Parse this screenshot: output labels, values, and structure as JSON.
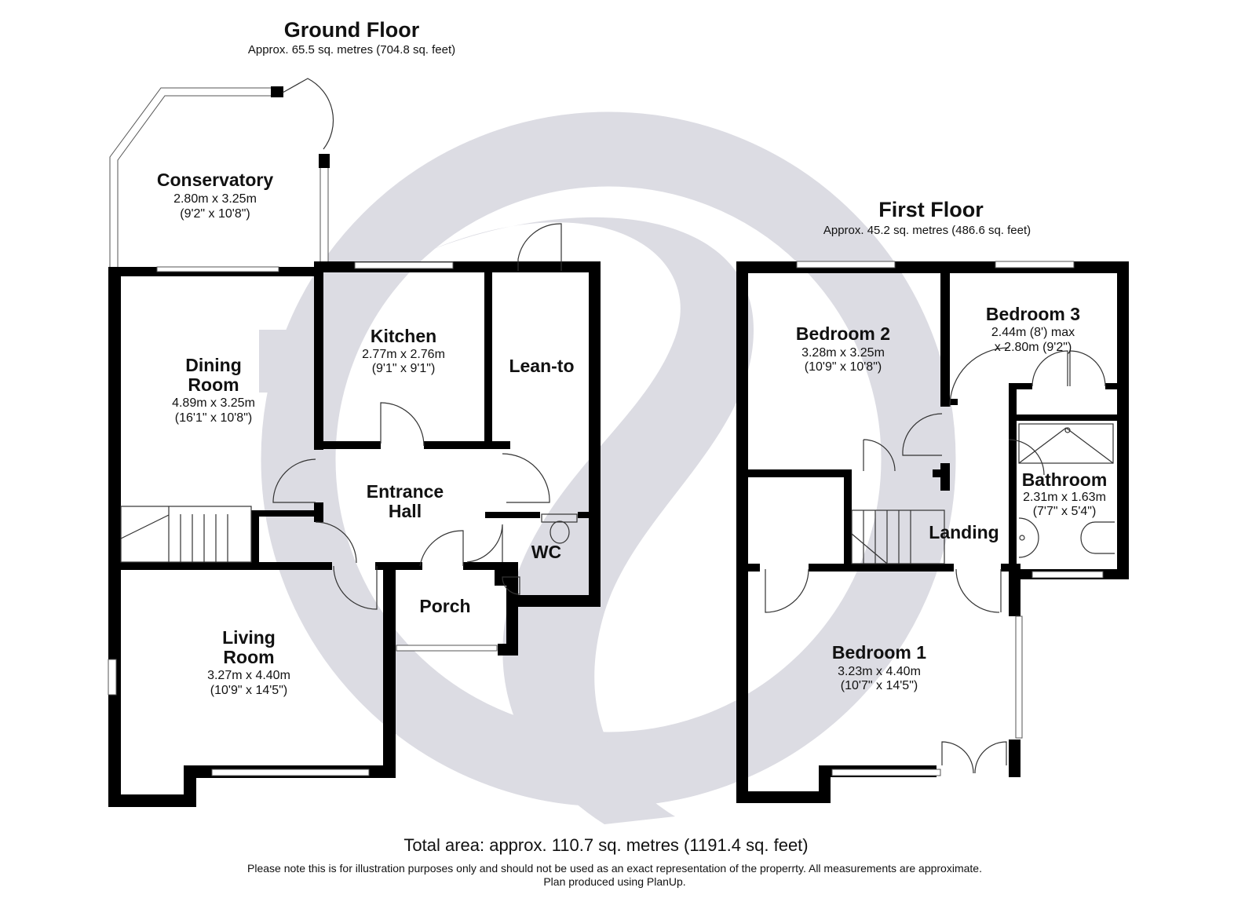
{
  "ground_floor": {
    "title": "Ground Floor",
    "area": "Approx. 65.5 sq. metres (704.8 sq. feet)",
    "rooms": {
      "conservatory": {
        "name": "Conservatory",
        "dim_m": "2.80m x 3.25m",
        "dim_ft": "(9'2\" x 10'8\")"
      },
      "dining_room": {
        "name_1": "Dining",
        "name_2": "Room",
        "dim_m": "4.89m x 3.25m",
        "dim_ft": "(16'1\" x 10'8\")"
      },
      "kitchen": {
        "name": "Kitchen",
        "dim_m": "2.77m x 2.76m",
        "dim_ft": "(9'1\" x 9'1\")"
      },
      "lean_to": {
        "name": "Lean-to"
      },
      "entrance_hall": {
        "name_1": "Entrance",
        "name_2": "Hall"
      },
      "wc": {
        "name": "WC"
      },
      "porch": {
        "name": "Porch"
      },
      "living_room": {
        "name_1": "Living",
        "name_2": "Room",
        "dim_m": "3.27m x 4.40m",
        "dim_ft": "(10'9\" x 14'5\")"
      }
    }
  },
  "first_floor": {
    "title": "First Floor",
    "area": "Approx. 45.2 sq. metres (486.6 sq. feet)",
    "rooms": {
      "bedroom_2": {
        "name": "Bedroom 2",
        "dim_m": "3.28m x 3.25m",
        "dim_ft": "(10'9\" x 10'8\")"
      },
      "bedroom_3": {
        "name": "Bedroom 3",
        "dim_1": "2.44m (8') max",
        "dim_2": "x 2.80m (9'2\")"
      },
      "bathroom": {
        "name": "Bathroom",
        "dim_m": "2.31m x 1.63m",
        "dim_ft": "(7'7\" x 5'4\")"
      },
      "landing": {
        "name": "Landing"
      },
      "bedroom_1": {
        "name": "Bedroom 1",
        "dim_m": "3.23m x 4.40m",
        "dim_ft": "(10'7\" x 14'5\")"
      }
    }
  },
  "footer": {
    "total": "Total area: approx. 110.7 sq. metres (1191.4 sq. feet)",
    "note": "Please note this is for illustration purposes only and should not be used as an exact representation of the properrty. All measurements are approximate.",
    "credit": "Plan produced using PlanUp."
  },
  "colors": {
    "wall": "#000000",
    "watermark": "#dcdce3",
    "background": "#ffffff"
  }
}
